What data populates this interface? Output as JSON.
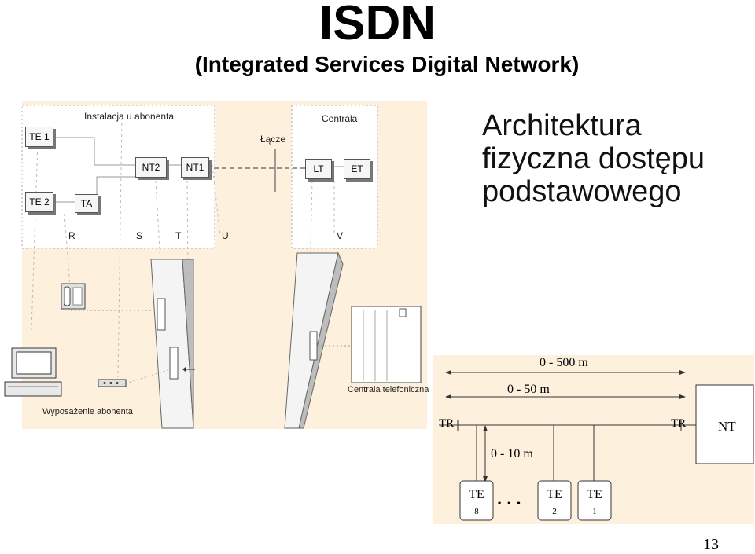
{
  "title": "ISDN",
  "subtitle": "(Integrated Services Digital Network)",
  "heading": "Architektura fizyczna dostępu podstawowego",
  "page_number": "13",
  "diagram": {
    "subscriber_group_label": "Instalacja u abonenta",
    "exchange_group_label": "Centrala",
    "link_label": "Łącze",
    "blocks": {
      "te1": "TE 1",
      "te2": "TE 2",
      "ta": "TA",
      "nt2": "NT2",
      "nt1": "NT1",
      "lt": "LT",
      "et": "ET"
    },
    "reference_points": [
      "R",
      "S",
      "T",
      "U",
      "V"
    ],
    "equipment_label": "Wyposażenie abonenta",
    "exchange_label": "Centrala telefoniczna"
  },
  "bus": {
    "range_500": "0 - 500 m",
    "range_50": "0 - 50 m",
    "range_10": "0 - 10 m",
    "tr_left": "TR",
    "tr_right": "TR",
    "nt": "NT",
    "terminals": [
      {
        "label": "TE",
        "num": "8"
      },
      {
        "label": "TE",
        "num": "2"
      },
      {
        "label": "TE",
        "num": "1"
      }
    ],
    "ellipsis": ". . ."
  }
}
